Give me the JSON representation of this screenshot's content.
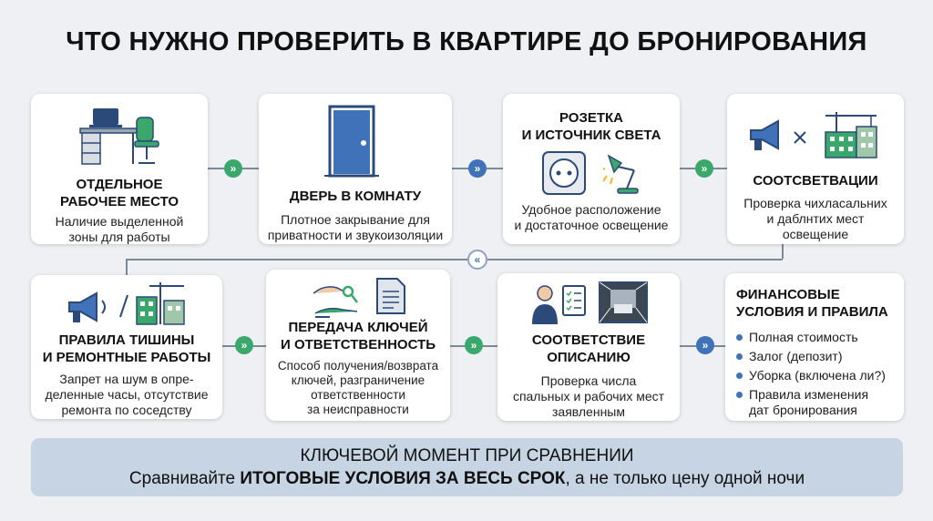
{
  "title": "ЧТО НУЖНО ПРОВЕРИТЬ В КВАРТИРЕ ДО БРОНИРОВАНИЯ",
  "cards": [
    {
      "title_line1": "ОТДЕЛЬНОЕ",
      "title_line2": "РАБОЧЕЕ МЕСТО",
      "desc_line1": "Наличие выделенной",
      "desc_line2": "зоны для работы"
    },
    {
      "title_line1": "ДВЕРЬ В КОМНАТУ",
      "desc_line1": "Плотное закрывание для",
      "desc_line2": "приватности и звукоизоляции"
    },
    {
      "title_line1": "РОЗЕТКА",
      "title_line2": "И ИСТОЧНИК СВЕТА",
      "desc_line1": "Удобное расположение",
      "desc_line2": "и достаточное освещение"
    },
    {
      "title_line1": "СООТСВЕТВАЦИИ",
      "desc_line1": "Проверка чихласальних",
      "desc_line2": "и даблнтих мест",
      "desc_line3": "освещение"
    },
    {
      "title_line1": "ПРАВИЛА ТИШИНЫ",
      "title_line2": "И РЕМОНТНЫЕ РАБОТЫ",
      "desc_line1": "Запрет на шум в опре-",
      "desc_line2": "деленные часы, отсутствие",
      "desc_line3": "ремонта по соседству"
    },
    {
      "title_line1": "ПЕРЕДАЧА КЛЮЧЕЙ",
      "title_line2": "И ОТВЕТСТВЕННОСТЬ",
      "desc_line1": "Способ получения/возврата",
      "desc_line2": "ключей, разграничение",
      "desc_line3": "ответственности",
      "desc_line4": "за неисправности"
    },
    {
      "title_line1": "СООТВЕТСТВИЕ",
      "title_line2": "ОПИСАНИЮ",
      "desc_line1": "Проверка числа",
      "desc_line2": "спальных и рабочих мест",
      "desc_line3": "заявленным"
    },
    {
      "title_line1": "ФИНАНСОВЫЕ",
      "title_line2": "УСЛОВИЯ И ПРАВИЛА",
      "items": [
        "Полная стоимость",
        "Залог (депозит)",
        "Уборка (включена ли?)",
        "Правила изменения"
      ],
      "item_cont": "дат бронирования"
    }
  ],
  "arrows": {
    "right": "»",
    "left": "«"
  },
  "banner": {
    "line1": "КЛЮЧЕВОЙ МОМЕНТ ПРИ СРАВНЕНИИ",
    "line2_pre": "Сравнивайте ",
    "line2_bold": "ИТОГОВЫЕ УСЛОВИЯ ЗА ВЕСЬ СРОК",
    "line2_post": ", а не только цену одной ночи"
  },
  "colors": {
    "green": "#3aa86b",
    "blue": "#3f72b8",
    "navy": "#2b4a7a",
    "banner": "#c6d4e3"
  }
}
